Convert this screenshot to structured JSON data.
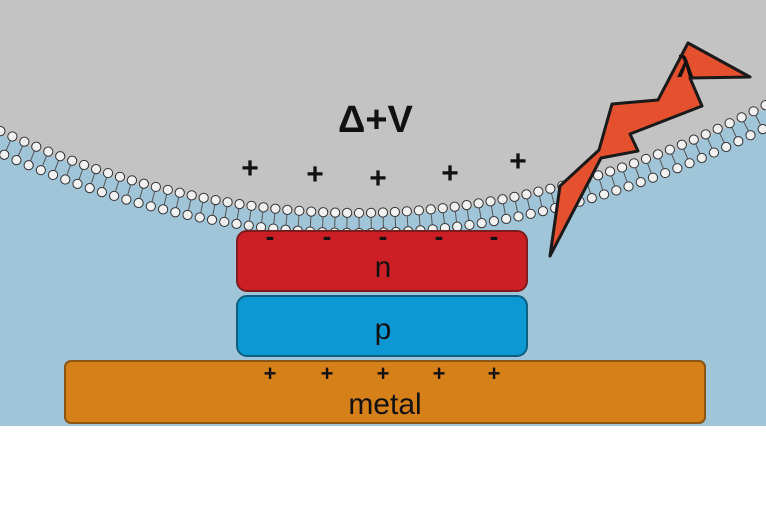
{
  "labels": {
    "voltage": "Δ+V",
    "lambda": "λ",
    "n_layer": "n",
    "p_layer": "p",
    "metal_layer": "metal"
  },
  "charges": {
    "cell_plus": "+",
    "n_minus": "-",
    "metal_plus": "+"
  },
  "colors": {
    "cell_interior": "#c3c3c3",
    "medium": "#a0c4d8",
    "n_layer": "#cc1f25",
    "p_layer": "#0b98d3",
    "metal": "#d58019",
    "light_bolt": "#e5502f",
    "membrane_head": "#f2f2f2",
    "outline": "#333333"
  },
  "icons": {
    "light": "lightning-bolt-icon"
  }
}
